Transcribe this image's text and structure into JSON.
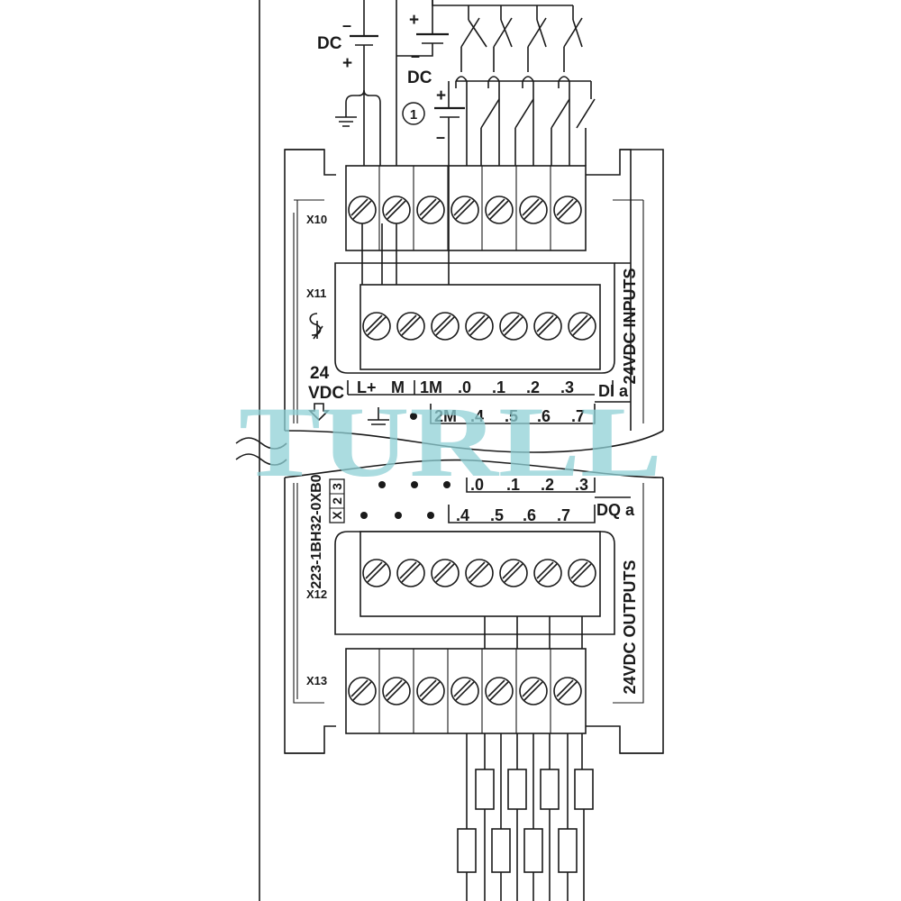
{
  "supply": {
    "dc_label_1": "DC",
    "minus_1": "–",
    "plus_1": "+",
    "dc_label_2": "DC",
    "plus_2": "+",
    "minus_2": "–",
    "plus_3": "+",
    "minus_3": "–",
    "note_marker": "1"
  },
  "connectors": {
    "x10": "X10",
    "x11": "X11",
    "x12": "X12",
    "x13": "X13"
  },
  "power": {
    "voltage": "24",
    "unit": "VDC"
  },
  "inputs": {
    "side_label": "24VDC INPUTS",
    "group_label": "DI a",
    "row1": [
      "L+",
      "M",
      "1M",
      ".0",
      ".1",
      ".2",
      ".3"
    ],
    "row2": [
      "2M",
      ".4",
      ".5",
      ".6",
      ".7"
    ]
  },
  "outputs": {
    "side_label": "24VDC OUTPUTS",
    "group_label": "DQ a",
    "row1": [
      ".0",
      ".1",
      ".2",
      ".3"
    ],
    "row2": [
      ".4",
      ".5",
      ".6",
      ".7"
    ]
  },
  "module": {
    "order_number": "223-1BH32-0XB0",
    "version_boxes": [
      "X",
      "2",
      "3"
    ]
  },
  "watermark": "TURLL"
}
